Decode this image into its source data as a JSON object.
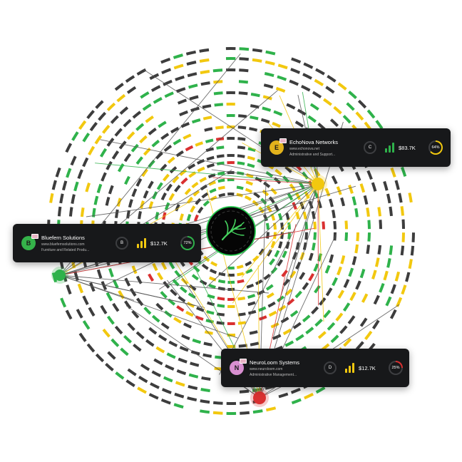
{
  "colors": {
    "green": "#2fb24b",
    "yellow": "#f2c80f",
    "red": "#d93030",
    "gray": "#3d3d3d",
    "card_bg": "#17181a",
    "center_ring": "#22c64a"
  },
  "center": {
    "icon": "fern-logo-icon"
  },
  "cards": [
    {
      "id": "echonova",
      "avatar_letter": "E",
      "avatar_color": "#e2b21c",
      "name": "EchoNova Networks",
      "url": "www.echonova.net",
      "industry": "Administrative and Support...",
      "grade": "C",
      "bar_color": "#2fb24b",
      "value": "$83.7K",
      "percent_label": "64%",
      "percent": 64,
      "ring_color": "#f2c80f"
    },
    {
      "id": "bluefern",
      "avatar_letter": "B",
      "avatar_color": "#35b34a",
      "name": "Bluefern Solutions",
      "url": "www.bluefernsolutions.com",
      "industry": "Furniture and Related Produ...",
      "grade": "B",
      "bar_color": "#f2c80f",
      "value": "$12.7K",
      "percent_label": "72%",
      "percent": 72,
      "ring_color": "#2fb24b"
    },
    {
      "id": "neuroloom",
      "avatar_letter": "N",
      "avatar_color": "#d88fd0",
      "name": "NeuroLoom Systems",
      "url": "www.neuroloom.com",
      "industry": "Administrative Management...",
      "grade": "D",
      "bar_color": "#f2c80f",
      "value": "$12.7K",
      "percent_label": "25%",
      "percent": 25,
      "ring_color": "#d93030"
    }
  ]
}
